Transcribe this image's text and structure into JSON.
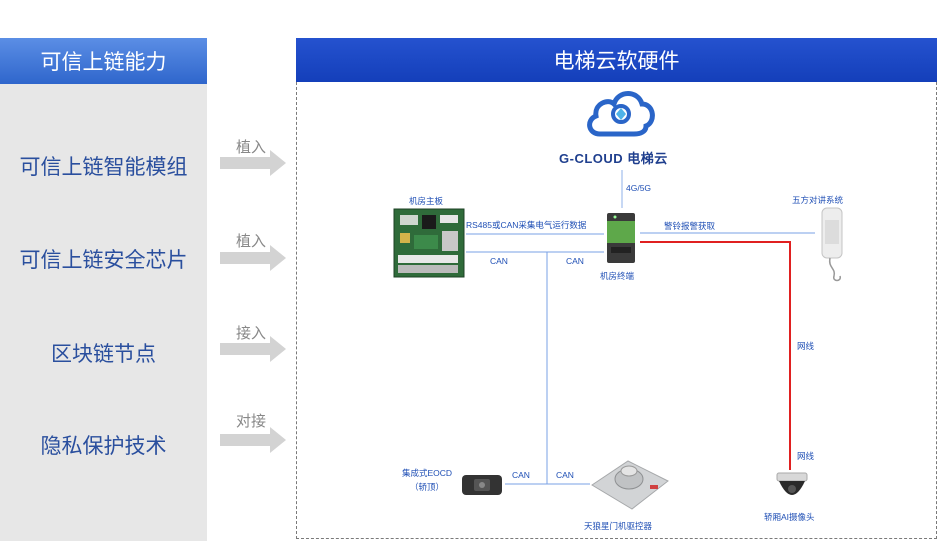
{
  "left": {
    "header": "可信上链能力",
    "items": [
      "可信上链智能模组",
      "可信上链安全芯片",
      "区块链节点",
      "隐私保护技术"
    ],
    "arrows": [
      "植入",
      "植入",
      "接入",
      "对接"
    ]
  },
  "right": {
    "header": "电梯云软硬件",
    "logo_text": "G-CLOUD 电梯云",
    "labels": {
      "net_4g5g": "4G/5G",
      "machine_board": "机房主板",
      "rs485": "RS485或CAN采集电气运行数据",
      "alarm": "警铃报警获取",
      "five_way": "五方对讲系统",
      "can1": "CAN",
      "can2": "CAN",
      "terminal": "机房终端",
      "network1": "网线",
      "network2": "网线",
      "eocd": "集成式EOCD",
      "eocd_sub": "（轿顶）",
      "can3": "CAN",
      "can4": "CAN",
      "door_ctrl": "天狼星门机驱控器",
      "camera": "轿厢AI摄像头"
    }
  },
  "colors": {
    "left_header": "#3a6fd8",
    "right_header": "#1b47c4",
    "left_text": "#2a4f9e",
    "line_blue": "#7aa2e6",
    "line_red": "#e02020"
  }
}
